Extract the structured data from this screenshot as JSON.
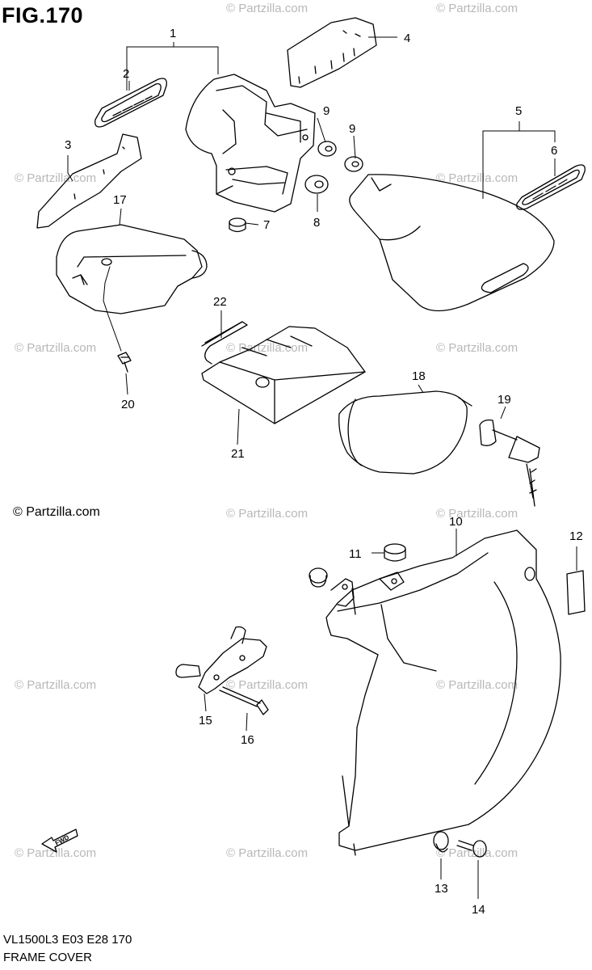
{
  "title": "FIG.170",
  "copyright": "© Partzilla.com",
  "watermark": "© Partzilla.com",
  "footer": {
    "model_line": "VL1500L3  E03  E28  170",
    "section_name": "FRAME COVER"
  },
  "fwd_label": "FWD",
  "callouts": [
    "1",
    "2",
    "3",
    "4",
    "5",
    "6",
    "7",
    "8",
    "9",
    "9",
    "10",
    "11",
    "12",
    "13",
    "14",
    "15",
    "16",
    "17",
    "18",
    "19",
    "20",
    "21",
    "22"
  ],
  "colors": {
    "line": "#000000",
    "watermark": "#b8b8b8",
    "background": "#ffffff"
  }
}
